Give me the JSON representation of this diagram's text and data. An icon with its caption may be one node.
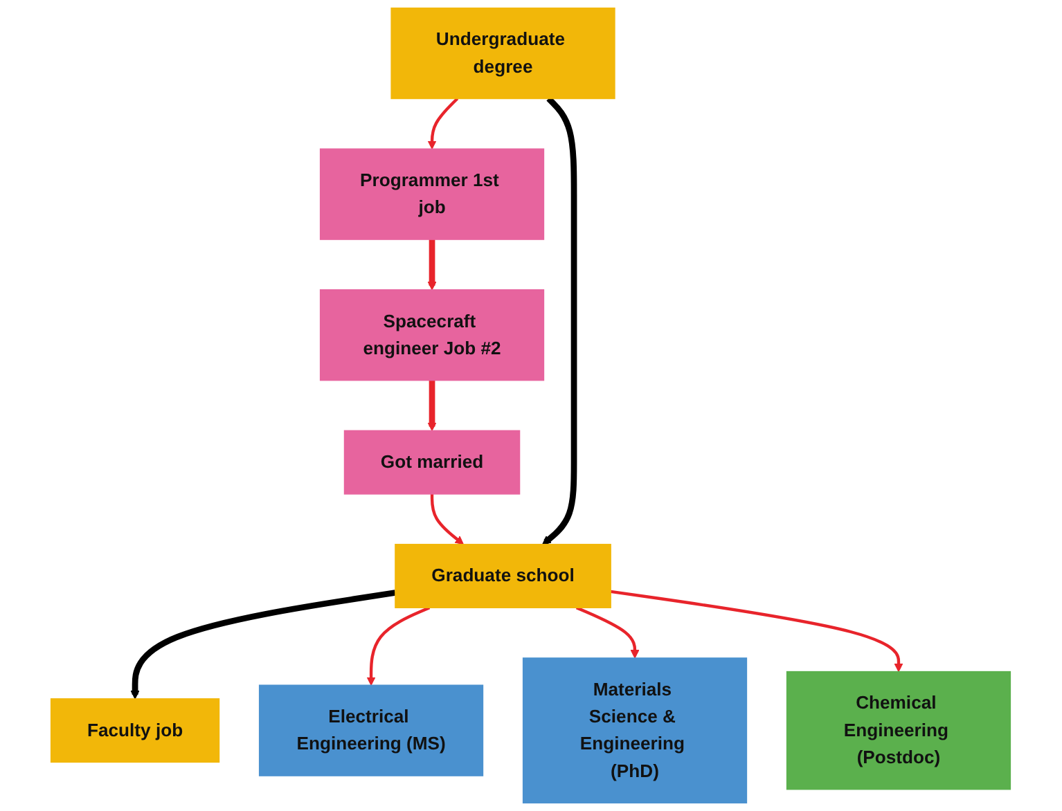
{
  "diagram": {
    "nodes": [
      {
        "text": [
          "Programmer 1st job"
        ]
      },
      {
        "text": [
          "Spacecraft engineer Job #2"
        ]
      },
      {
        "text": [
          "Got married"
        ]
      },
      {
        "text": [
          "Undergraduate degree"
        ]
      },
      {
        "text": [
          "Graduate school"
        ]
      },
      {
        "text": [
          "Faculty job"
        ]
      },
      {
        "text": [
          "Electrical Engineering (MS)"
        ]
      },
      {
        "text": [
          "Materials Science & Engineering (PhD)"
        ]
      },
      {
        "text": [
          "Chemical Engineering (Postdoc)"
        ]
      }
    ],
    "edges": [
      {
        "from": 0,
        "to": 1,
        "arrow": "to",
        "style": "thick"
      },
      {
        "from": 1,
        "to": 2,
        "arrow": "to",
        "style": "thick"
      },
      {
        "from": 2,
        "to": 4,
        "arrow": "to"
      },
      {
        "from": 3,
        "to": 0,
        "arrow": "to"
      },
      {
        "from": 3,
        "to": 4,
        "arrow": "to",
        "style": "thick",
        "color": "#000000"
      },
      {
        "from": 4,
        "to": 5,
        "arrow": "to",
        "style": "thick",
        "color": "#000000"
      },
      {
        "from": 4,
        "to": 6,
        "arrow": "to"
      },
      {
        "from": 4,
        "to": 7,
        "arrow": "to"
      },
      {
        "from": 4,
        "to": 8,
        "arrow": "to"
      }
    ]
  }
}
